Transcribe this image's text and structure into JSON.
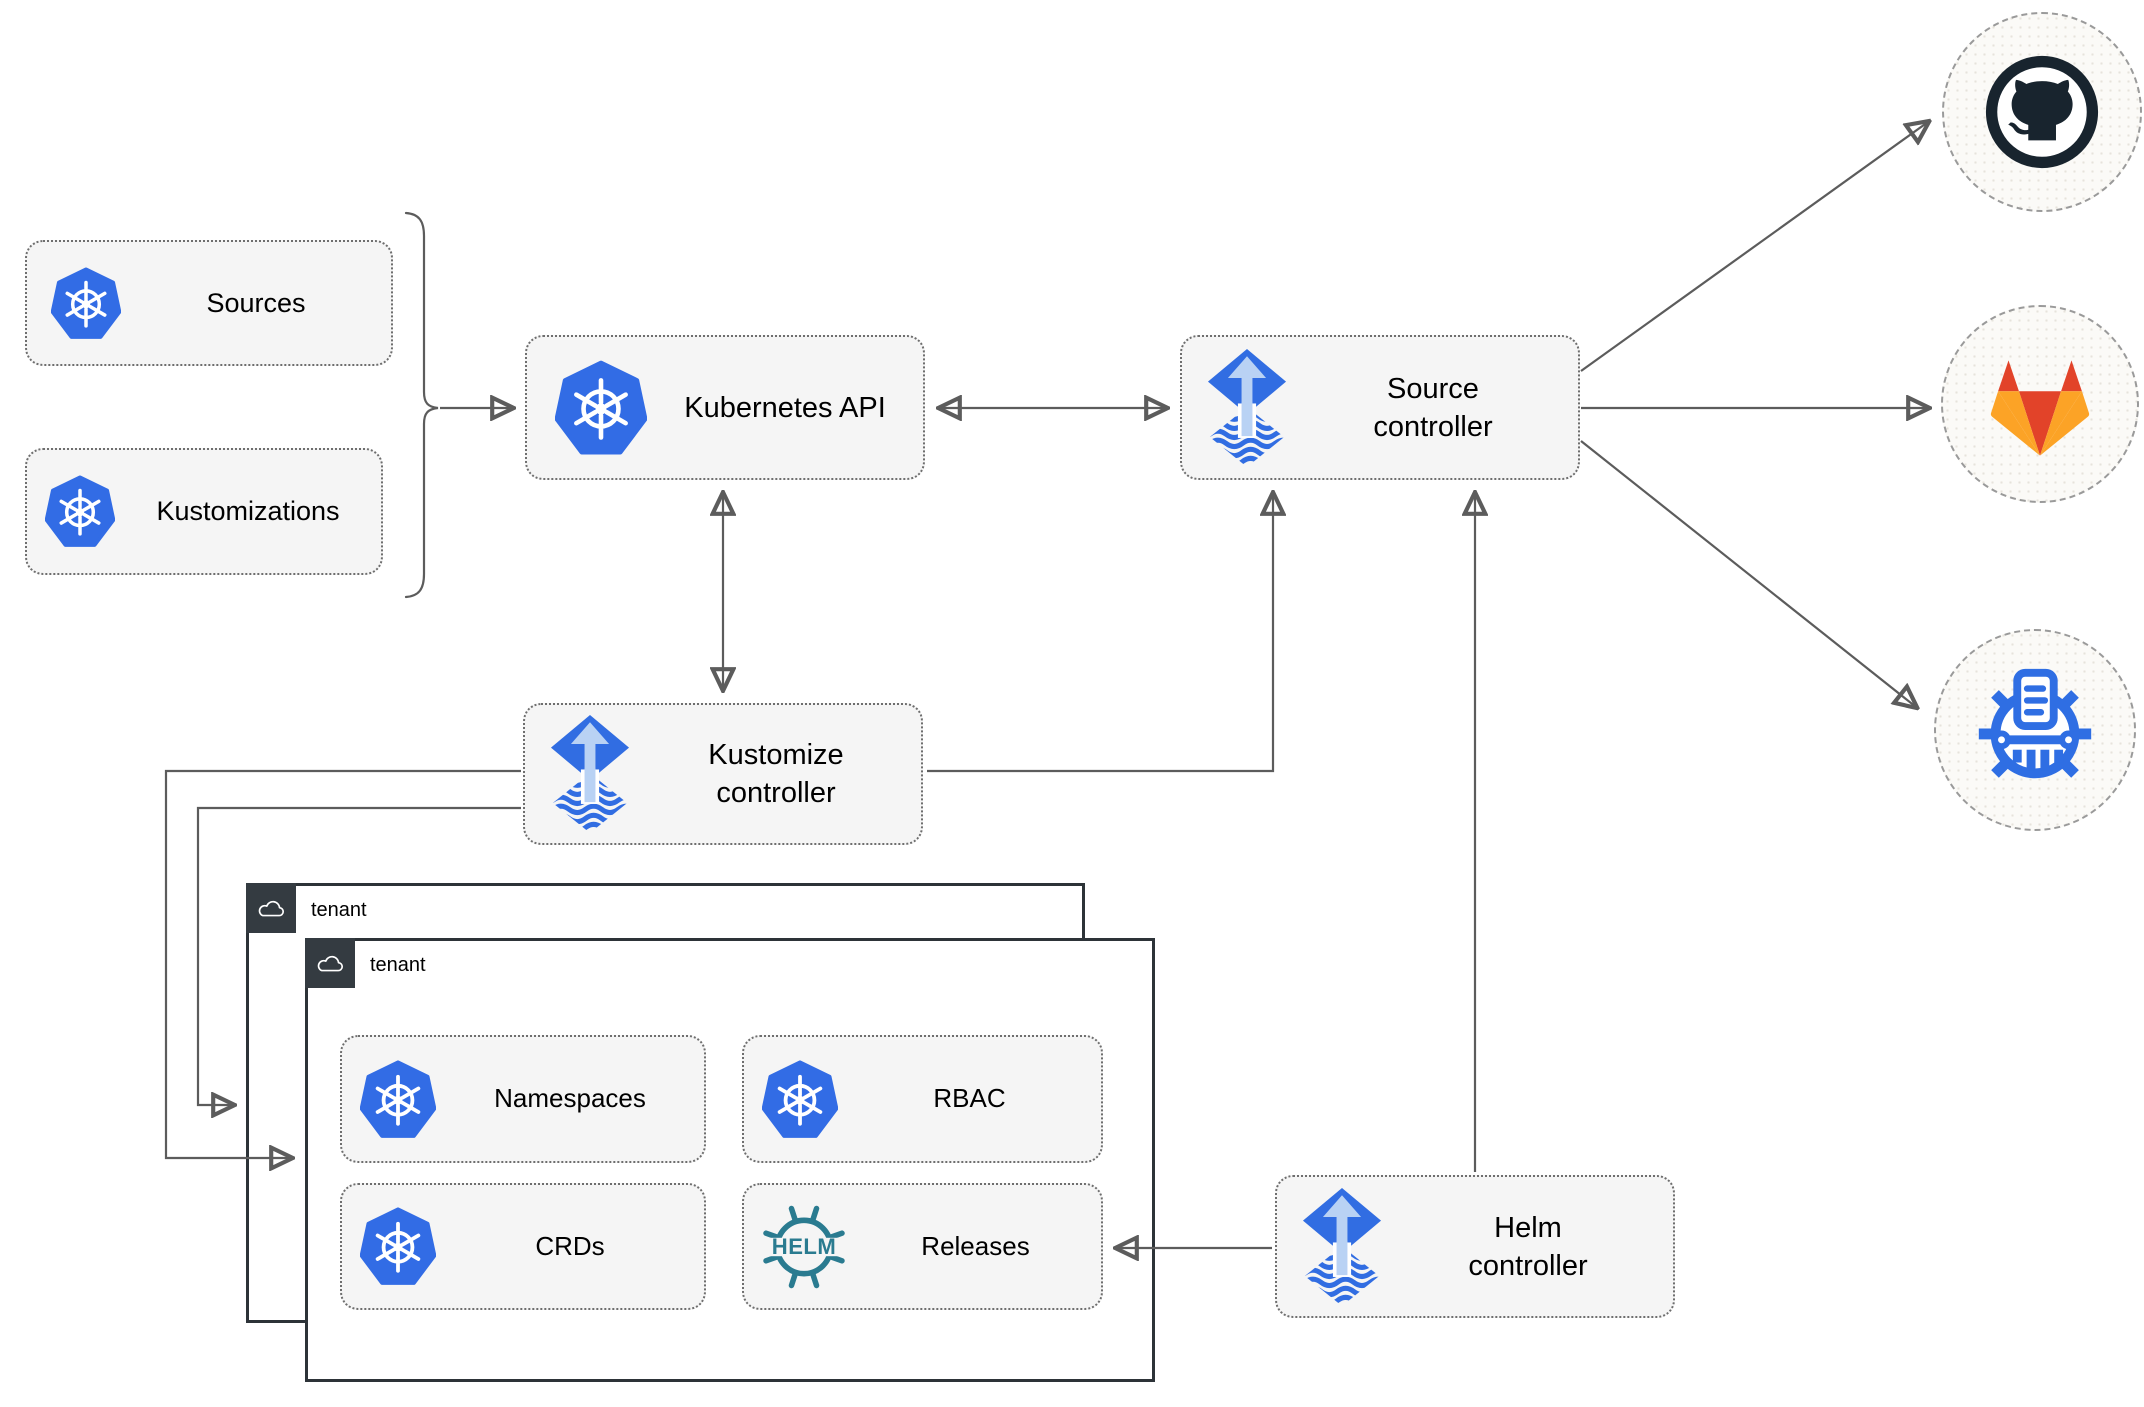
{
  "nodes": {
    "sources": {
      "label": "Sources",
      "icon": "kubernetes-icon"
    },
    "kustomizations": {
      "label": "Kustomizations",
      "icon": "kubernetes-icon"
    },
    "kubernetes_api": {
      "label": "Kubernetes API",
      "icon": "kubernetes-icon"
    },
    "source_controller": {
      "line1": "Source",
      "line2": "controller",
      "icon": "flux-icon"
    },
    "kustomize_controller": {
      "line1": "Kustomize",
      "line2": "controller",
      "icon": "flux-icon"
    },
    "helm_controller": {
      "line1": "Helm",
      "line2": "controller",
      "icon": "flux-icon"
    },
    "tenant_outer": {
      "label": "tenant",
      "icon": "cloud-icon"
    },
    "tenant_inner": {
      "label": "tenant",
      "icon": "cloud-icon"
    },
    "namespaces": {
      "label": "Namespaces",
      "icon": "kubernetes-icon"
    },
    "rbac": {
      "label": "RBAC",
      "icon": "kubernetes-icon"
    },
    "crds": {
      "label": "CRDs",
      "icon": "kubernetes-icon"
    },
    "releases": {
      "label": "Releases",
      "icon": "helm-icon",
      "helm_wordmark": "HELM"
    },
    "github": {
      "icon": "github-icon"
    },
    "gitlab": {
      "icon": "gitlab-icon"
    },
    "registry": {
      "icon": "container-registry-icon"
    }
  },
  "colors": {
    "kubernetes_blue": "#326ce5",
    "flux_blue": "#316de2",
    "flux_arrow_light": "#b9d2f4",
    "helm_teal": "#2a7b90",
    "github_dark": "#18242e",
    "gitlab_red": "#e24329",
    "gitlab_orange": "#fca326",
    "edge_gray": "#5c5c5c",
    "node_fill": "#f5f5f5",
    "node_border": "#6e6e6e",
    "tenant_header_bg": "#343b41",
    "tenant_border": "#2d3338",
    "endpoint_fill": "#fbfaf7",
    "endpoint_border": "#9a9a9a"
  }
}
